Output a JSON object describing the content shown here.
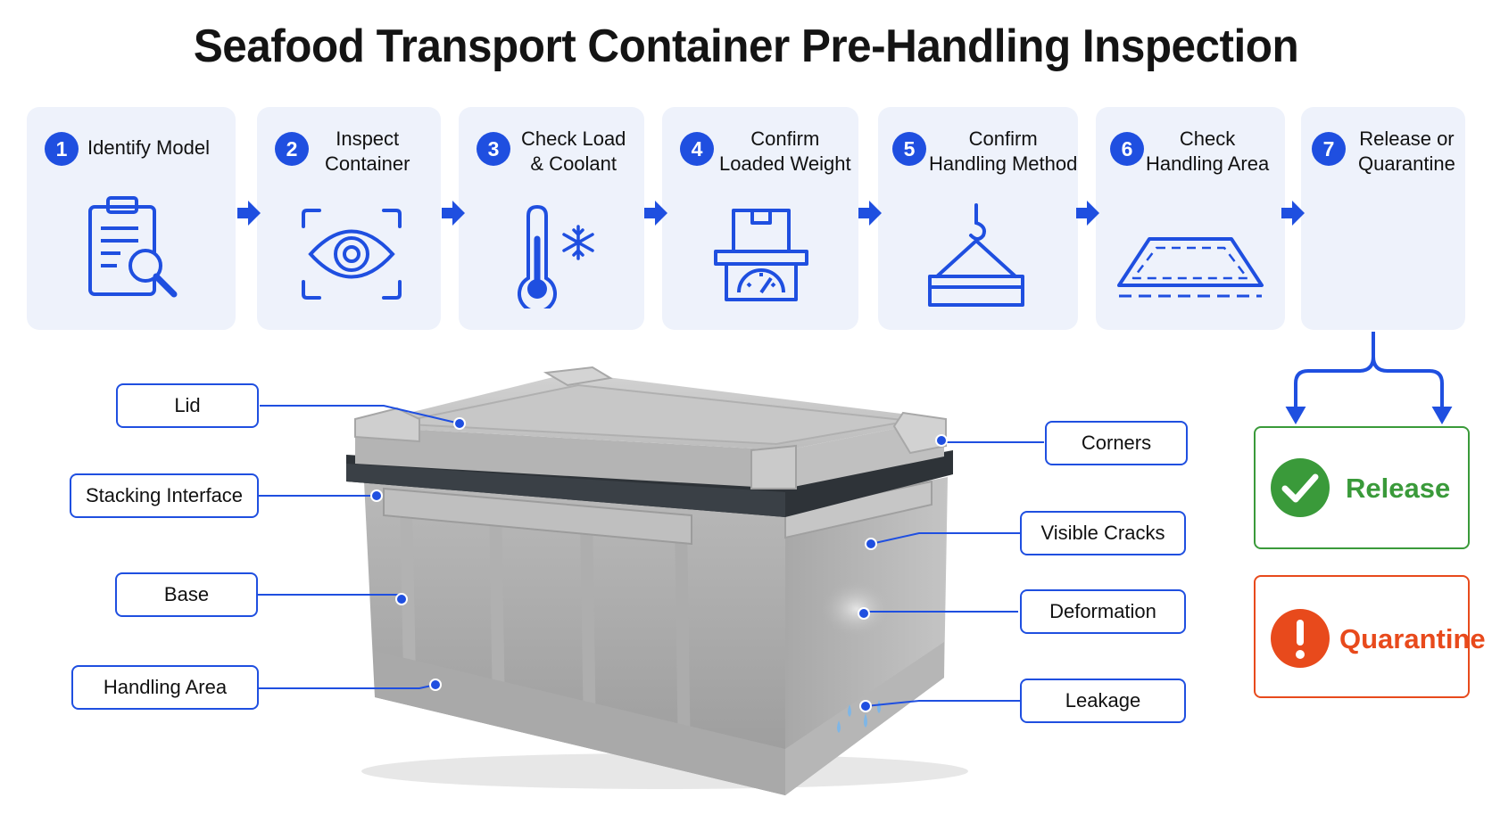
{
  "title": "Seafood Transport Container Pre-Handling Inspection",
  "colors": {
    "accent": "#1f4fe0",
    "panel": "#eef2fb",
    "release": "#3a9a3a",
    "quarantine": "#e84a1c"
  },
  "steps": [
    {
      "number": "1",
      "label": "Identify Model",
      "icon": "clipboard-search-icon"
    },
    {
      "number": "2",
      "label": "Inspect\nContainer",
      "icon": "eye-scan-icon"
    },
    {
      "number": "3",
      "label": "Check Load\n& Coolant",
      "icon": "thermometer-snowflake-icon"
    },
    {
      "number": "4",
      "label": "Confirm\nLoaded Weight",
      "icon": "weighing-scale-icon"
    },
    {
      "number": "5",
      "label": "Confirm\nHandling Method",
      "icon": "crane-hook-icon"
    },
    {
      "number": "6",
      "label": "Check\nHandling Area",
      "icon": "floor-area-icon"
    },
    {
      "number": "7",
      "label": "Release or\nQuarantine",
      "icon": ""
    }
  ],
  "callouts": {
    "left": [
      "Lid",
      "Stacking Interface",
      "Base",
      "Handling Area"
    ],
    "right": [
      "Corners",
      "Visible Cracks",
      "Deformation",
      "Leakage"
    ]
  },
  "outcomes": {
    "release": {
      "label": "Release",
      "icon": "check-circle-icon"
    },
    "quarantine": {
      "label": "Quarantine",
      "icon": "exclamation-circle-icon"
    }
  }
}
